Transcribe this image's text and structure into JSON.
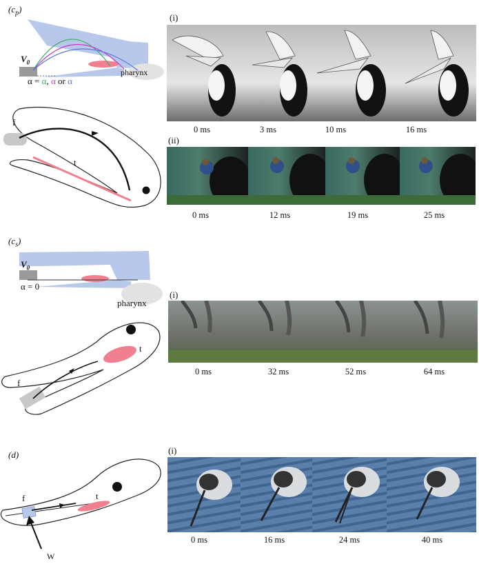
{
  "panels": {
    "cp": {
      "label": "(cp)",
      "label_main": "(c",
      "label_sub": "p",
      "label_close": ")",
      "diagram_top": {
        "v0": "V",
        "v0_sub": "0",
        "alpha_line_prefix": "α = ",
        "alpha_1": "α",
        "alpha_sep1": ", ",
        "alpha_2": "α",
        "alpha_sep2": " or ",
        "alpha_3": "α",
        "pharynx": "pharynx",
        "colors": {
          "beak": "#b7c8ea",
          "tongue": "#f07f8f",
          "pharynx": "#e2e2e2",
          "green": "#3cae63",
          "magenta": "#c33cc3",
          "blue": "#5577d6"
        }
      },
      "diagram_bottom": {
        "f": "f",
        "t": "t"
      },
      "series_i": {
        "label": "(i)",
        "times": [
          "0 ms",
          "3 ms",
          "10 ms",
          "16 ms"
        ]
      },
      "series_ii": {
        "label": "(ii)",
        "times": [
          "0 ms",
          "12 ms",
          "19 ms",
          "25 ms"
        ]
      }
    },
    "cs": {
      "label_main": "(c",
      "label_sub": "s",
      "label_close": ")",
      "diagram_top": {
        "v0": "V",
        "v0_sub": "0",
        "alpha": "α = 0",
        "pharynx": "pharynx"
      },
      "diagram_bottom": {
        "f": "f",
        "t": "t"
      },
      "series_i": {
        "label": "(i)",
        "times": [
          "0 ms",
          "32 ms",
          "52 ms",
          "64 ms"
        ]
      }
    },
    "d": {
      "label": "(d)",
      "diagram": {
        "f": "f",
        "t": "t",
        "w": "W"
      },
      "series_i": {
        "label": "(i)",
        "times": [
          "0 ms",
          "16 ms",
          "24 ms",
          "40 ms"
        ]
      }
    }
  }
}
